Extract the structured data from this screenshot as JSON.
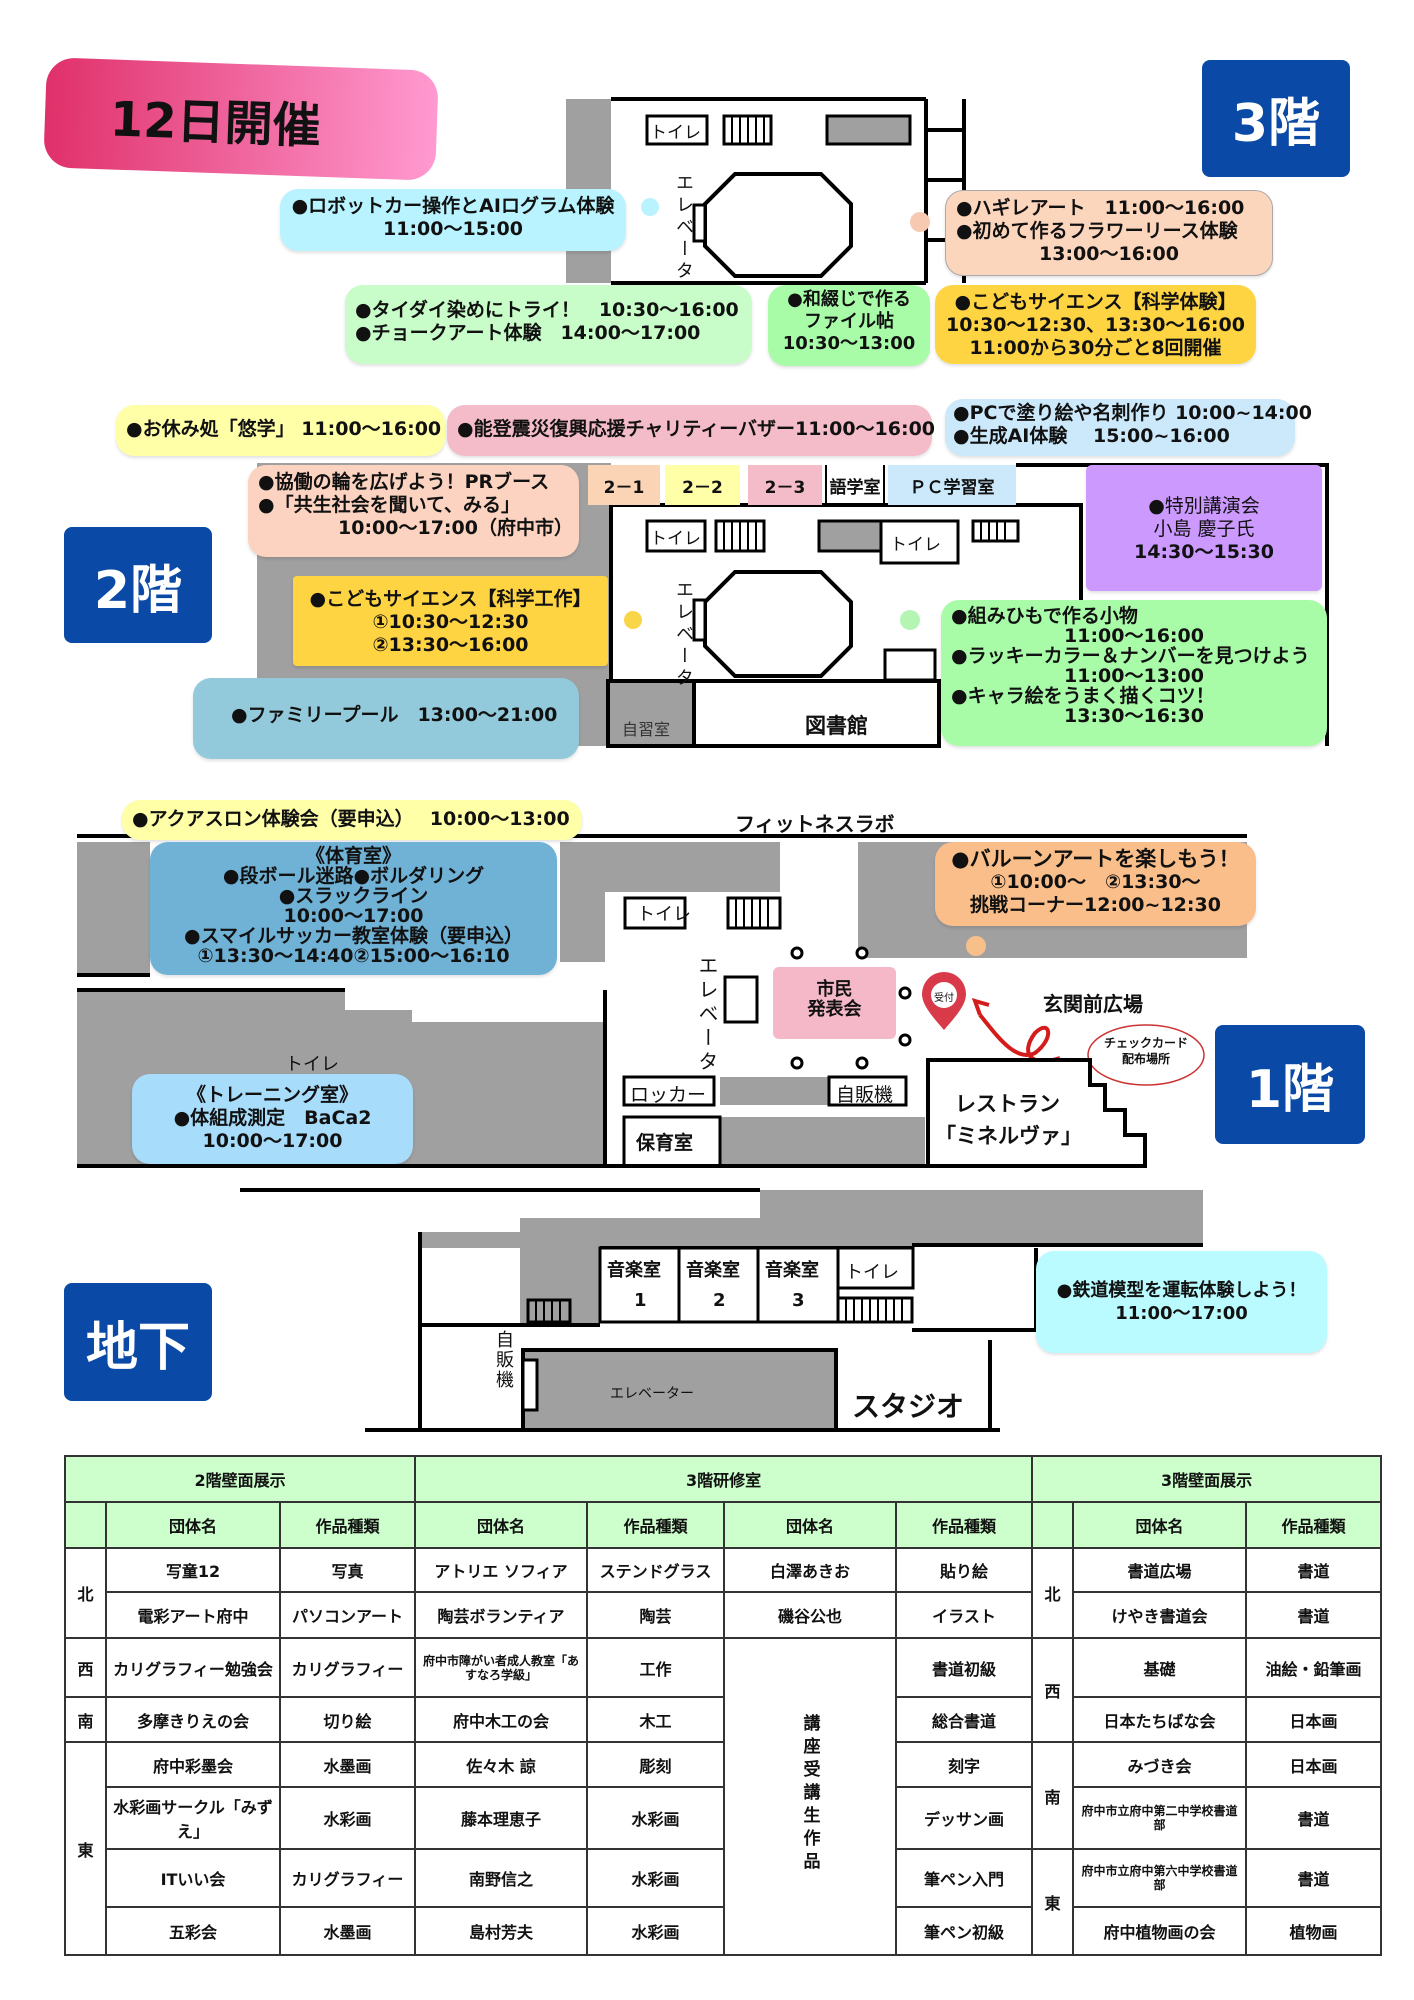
{
  "banner": {
    "title": "12日開催"
  },
  "floors": {
    "f3": "3階",
    "f2": "2階",
    "f1": "1階",
    "b1": "地下"
  },
  "plan_labels": {
    "toilet": "トイレ",
    "elevator": "エレベータ",
    "elevator_b1": "エレベーター",
    "library": "図書館",
    "self_study": "自習室",
    "room_2_1": "2－1",
    "room_2_2": "2－2",
    "room_2_3": "2－3",
    "language_room": "語学室",
    "pc_room": "ＰＣ学習室",
    "fitness": "フィットネスラボ",
    "citizen_presentation": "市民\n発表会",
    "reception": "受付",
    "entrance_plaza": "玄関前広場",
    "check_card": "チェックカード\n配布場所",
    "locker": "ロッカー",
    "nursery": "保育室",
    "vending": "自販機",
    "restaurant": "レストラン",
    "restaurant_name": "「ミネルヴァ」",
    "music1": "音楽室",
    "music2": "音楽室",
    "music3": "音楽室",
    "music1_no": "1",
    "music2_no": "2",
    "music3_no": "3",
    "vending_b1": "自販機",
    "studio": "スタジオ"
  },
  "events3": {
    "robot": [
      "●ロボットカー操作とAIログラム体験",
      "11:00～15:00"
    ],
    "hagi": [
      "●ハギレアート　11:00～16:00",
      "●初めて作るフラワーリース体験",
      "13:00～16:00"
    ],
    "taidai": [
      "●タイダイ染めにトライ！　10:30～16:00",
      "●チョークアート体験　14:00～17:00"
    ],
    "watoji": [
      "●和綴じで作る",
      "ファイル帖",
      "10:30～13:00"
    ],
    "science": [
      "●こどもサイエンス【科学体験】",
      "10:30～12:30、13:30～16:00",
      "11:00から30分ごと8回開催"
    ]
  },
  "events2": {
    "rest": [
      "●お休み処「悠学」 11:00～16:00"
    ],
    "noto": [
      "●能登震災復興応援チャリティーバザー11:00～16:00"
    ],
    "pc": [
      "●PCで塗り絵や名刺作り 10:00~14:00",
      "●生成AI体験　 15:00~16:00"
    ],
    "kyodo": [
      "●協働の輪を広げよう！PRブース",
      "●「共生社会を聞いて、みる」",
      "10:00～17:00（府中市）"
    ],
    "lecture": [
      "●特別講演会",
      "小島 慶子氏",
      "14:30～15:30"
    ],
    "science": [
      "●こどもサイエンス【科学工作】",
      "①10:30～12:30",
      "②13:30～16:00"
    ],
    "kumihimo": [
      "●組みひもで作る小物",
      "11:00～16:00",
      "●ラッキーカラー＆ナンバーを見つけよう",
      "11:00～13:00",
      "●キャラ絵をうまく描くコツ！",
      "13:30～16:30"
    ],
    "pool": [
      "●ファミリープール　13:00～21:00"
    ]
  },
  "events1": {
    "aqua": [
      "●アクアスロン体験会（要申込）　 10:00～13:00"
    ],
    "gym": [
      "《体育室》",
      "●段ボール迷路●ボルダリング",
      "●スラックライン",
      "10:00～17:00",
      "●スマイルサッカー教室体験（要申込）",
      "①13:30～14:40②15:00～16:10"
    ],
    "balloon": [
      "●バルーンアートを楽しもう！",
      "①10:00～　②13:30～",
      "挑戦コーナー12:00~12:30"
    ],
    "training": [
      "《トレーニング室》",
      "●体組成測定　BaCa2",
      "10:00～17:00"
    ]
  },
  "eventsB1": {
    "train": [
      "●鉄道模型を運転体験しよう！",
      "11:00～17:00"
    ]
  },
  "table": {
    "groups": [
      "2階壁面展示",
      "3階研修室",
      "3階壁面展示"
    ],
    "col_name": "団体名",
    "col_type": "作品種類",
    "dirs_left": [
      "北",
      "西",
      "南",
      "東"
    ],
    "dirs_right": [
      "北",
      "西",
      "南",
      "東"
    ],
    "left": [
      [
        "写童12",
        "写真"
      ],
      [
        "電彩アート府中",
        "パソコンアート"
      ],
      [
        "カリグラフィー勉強会",
        "カリグラフィー"
      ],
      [
        "多摩きりえの会",
        "切り絵"
      ],
      [
        "府中彩墨会",
        "水墨画"
      ],
      [
        "水彩画サークル「みずえ」",
        "水彩画"
      ],
      [
        "ITいい会",
        "カリグラフィー"
      ],
      [
        "五彩会",
        "水墨画"
      ]
    ],
    "mid": [
      [
        "アトリエ ソフィア",
        "ステンドグラス"
      ],
      [
        "陶芸ボランティア",
        "陶芸"
      ],
      [
        "府中市障がい者成人教室「あすなろ学級」",
        "工作"
      ],
      [
        "府中木工の会",
        "木工"
      ],
      [
        "佐々木 諒",
        "彫刻"
      ],
      [
        "藤本理恵子",
        "水彩画"
      ],
      [
        "南野信之",
        "水彩画"
      ],
      [
        "島村芳夫",
        "水彩画"
      ]
    ],
    "mid2_names": [
      "白澤あきお",
      "磯谷公也"
    ],
    "mid2_merged": "講座受講生作品",
    "mid2_types": [
      "貼り絵",
      "イラスト",
      "書道初級",
      "総合書道",
      "刻字",
      "デッサン画",
      "筆ペン入門",
      "筆ペン初級"
    ],
    "right": [
      [
        "書道広場",
        "書道"
      ],
      [
        "けやき書道会",
        "書道"
      ],
      [
        "基礎",
        "油絵・鉛筆画"
      ],
      [
        "日本たちばな会",
        "日本画"
      ],
      [
        "みづき会",
        "日本画"
      ],
      [
        "府中市立府中第二中学校書道部",
        "書道"
      ],
      [
        "府中市立府中第六中学校書道部",
        "書道"
      ],
      [
        "府中植物画の会",
        "植物画"
      ]
    ]
  },
  "colors": {
    "badge": "#0a4aa6",
    "gray": "#a0a0a0",
    "header_green": "#ccffcc"
  }
}
